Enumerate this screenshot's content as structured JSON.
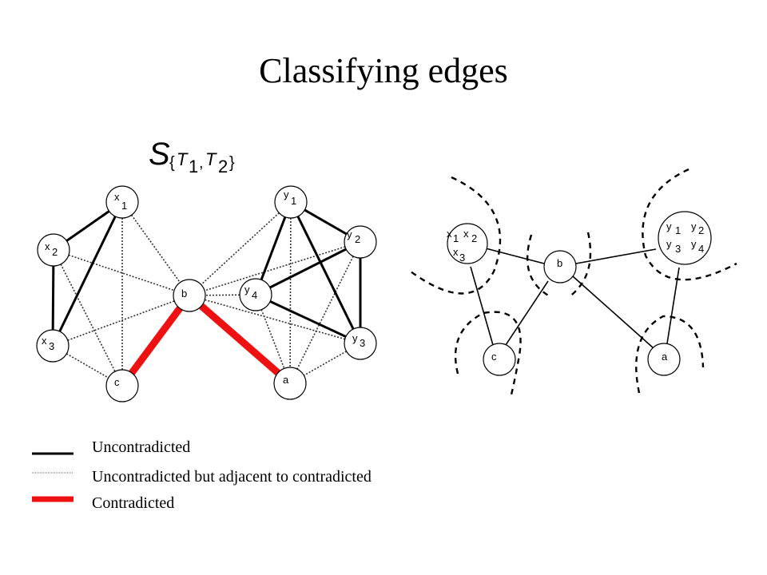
{
  "slide": {
    "title": "Classifying edges"
  },
  "set_label": {
    "base": "S",
    "open": "{",
    "t1": "T",
    "t1_sub": "1",
    "comma": ",",
    "t2": "T",
    "t2_sub": "2",
    "close": "}"
  },
  "left_graph": {
    "nodes": {
      "x1": {
        "letter": "x",
        "sub": "1"
      },
      "x2": {
        "letter": "x",
        "sub": "2"
      },
      "x3": {
        "letter": "x",
        "sub": "3"
      },
      "y1": {
        "letter": "y",
        "sub": "1"
      },
      "y2": {
        "letter": "y",
        "sub": "2"
      },
      "y3": {
        "letter": "y",
        "sub": "3"
      },
      "y4": {
        "letter": "y",
        "sub": "4"
      },
      "b": {
        "letter": "b"
      },
      "c": {
        "letter": "c"
      },
      "a": {
        "letter": "a"
      }
    },
    "edges": [
      {
        "from": "x1",
        "to": "x2",
        "kind": "uncontradicted"
      },
      {
        "from": "x1",
        "to": "x3",
        "kind": "uncontradicted"
      },
      {
        "from": "x2",
        "to": "x3",
        "kind": "uncontradicted"
      },
      {
        "from": "y1",
        "to": "y2",
        "kind": "uncontradicted"
      },
      {
        "from": "y1",
        "to": "y4",
        "kind": "uncontradicted"
      },
      {
        "from": "y1",
        "to": "y3",
        "kind": "uncontradicted"
      },
      {
        "from": "y2",
        "to": "y4",
        "kind": "uncontradicted"
      },
      {
        "from": "y4",
        "to": "y3",
        "kind": "uncontradicted"
      },
      {
        "from": "y2",
        "to": "y3",
        "kind": "uncontradicted"
      },
      {
        "from": "b",
        "to": "c",
        "kind": "contradicted"
      },
      {
        "from": "b",
        "to": "a",
        "kind": "contradicted"
      },
      {
        "from": "x1",
        "to": "b",
        "kind": "adjacent"
      },
      {
        "from": "x2",
        "to": "b",
        "kind": "adjacent"
      },
      {
        "from": "x3",
        "to": "b",
        "kind": "adjacent"
      },
      {
        "from": "y1",
        "to": "b",
        "kind": "adjacent"
      },
      {
        "from": "y2",
        "to": "b",
        "kind": "adjacent"
      },
      {
        "from": "y4",
        "to": "b",
        "kind": "adjacent"
      },
      {
        "from": "y3",
        "to": "b",
        "kind": "adjacent"
      },
      {
        "from": "x1",
        "to": "c",
        "kind": "adjacent"
      },
      {
        "from": "x2",
        "to": "c",
        "kind": "adjacent"
      },
      {
        "from": "x3",
        "to": "c",
        "kind": "adjacent"
      },
      {
        "from": "y1",
        "to": "a",
        "kind": "adjacent"
      },
      {
        "from": "y2",
        "to": "a",
        "kind": "adjacent"
      },
      {
        "from": "y3",
        "to": "a",
        "kind": "adjacent"
      },
      {
        "from": "y4",
        "to": "a",
        "kind": "adjacent"
      }
    ]
  },
  "right_graph": {
    "cluster_x": {
      "items": [
        {
          "letter": "x",
          "sub": "1"
        },
        {
          "letter": "x",
          "sub": "2"
        },
        {
          "letter": "x",
          "sub": "3"
        }
      ]
    },
    "cluster_y": {
      "items": [
        {
          "letter": "y",
          "sub": "1"
        },
        {
          "letter": "y",
          "sub": "2"
        },
        {
          "letter": "y",
          "sub": "3"
        },
        {
          "letter": "y",
          "sub": "4"
        }
      ]
    },
    "b": "b",
    "c": "c",
    "a": "a"
  },
  "legend": {
    "items": [
      {
        "kind": "uncontradicted",
        "label": "Uncontradicted",
        "color": "#000000"
      },
      {
        "kind": "adjacent",
        "label": "Uncontradicted but adjacent to contradicted",
        "color": "#666666"
      },
      {
        "kind": "contradicted",
        "label": "Contradicted",
        "color": "#ee1111"
      }
    ]
  },
  "colors": {
    "contradicted": "#ee1111",
    "uncontradicted": "#000000",
    "adjacent": "#333333"
  }
}
